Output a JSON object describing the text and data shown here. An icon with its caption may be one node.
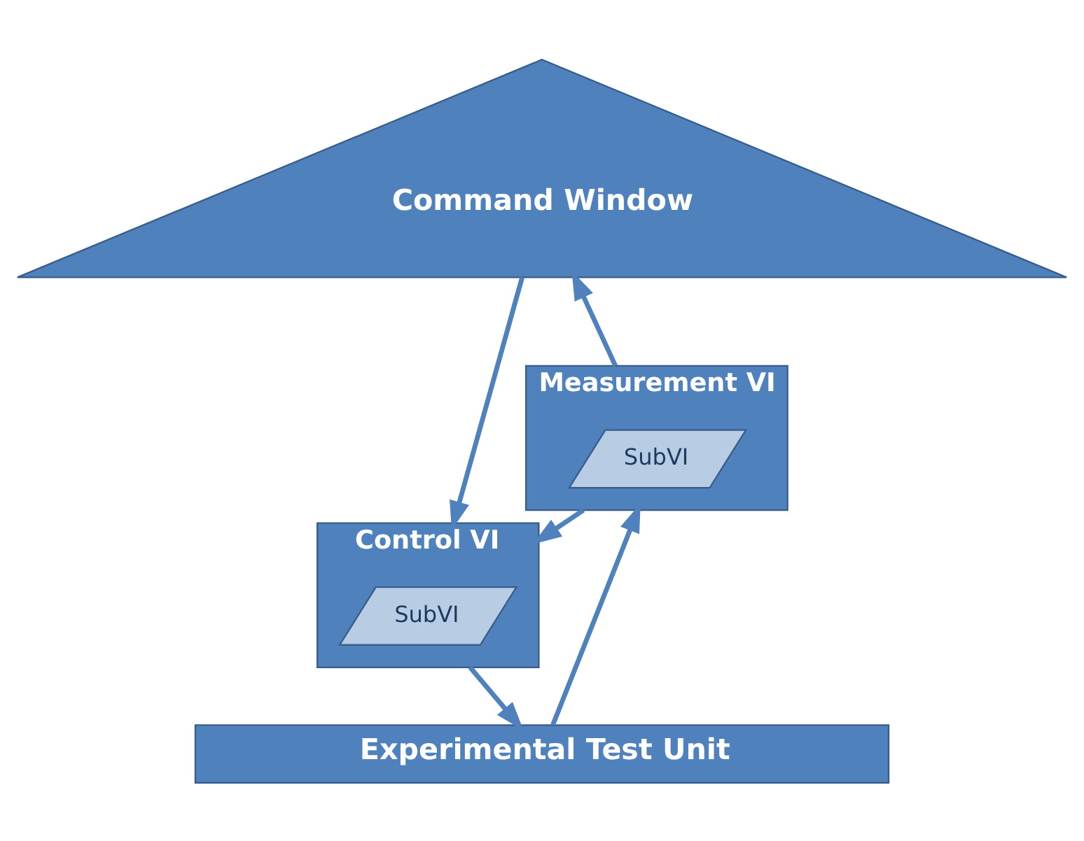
{
  "diagram": {
    "nodes": [
      {
        "text": [
          "Command Window"
        ]
      },
      {
        "text": [
          "Measurement VI"
        ]
      },
      {
        "text": [
          "SubVI"
        ],
        "in": 1
      },
      {
        "text": [
          "Control VI"
        ]
      },
      {
        "text": [
          "SubVI"
        ],
        "in": 3
      },
      {
        "text": [
          "Experimental Test Unit"
        ]
      }
    ],
    "edges": [
      {
        "from": 5,
        "to": 1,
        "arrow": "to"
      },
      {
        "from": 1,
        "to": 0,
        "arrow": "to"
      },
      {
        "from": 0,
        "to": 3,
        "arrow": "to"
      },
      {
        "from": 1,
        "to": 3,
        "arrow": "to"
      },
      {
        "from": 3,
        "to": 5,
        "arrow": "to"
      }
    ]
  }
}
